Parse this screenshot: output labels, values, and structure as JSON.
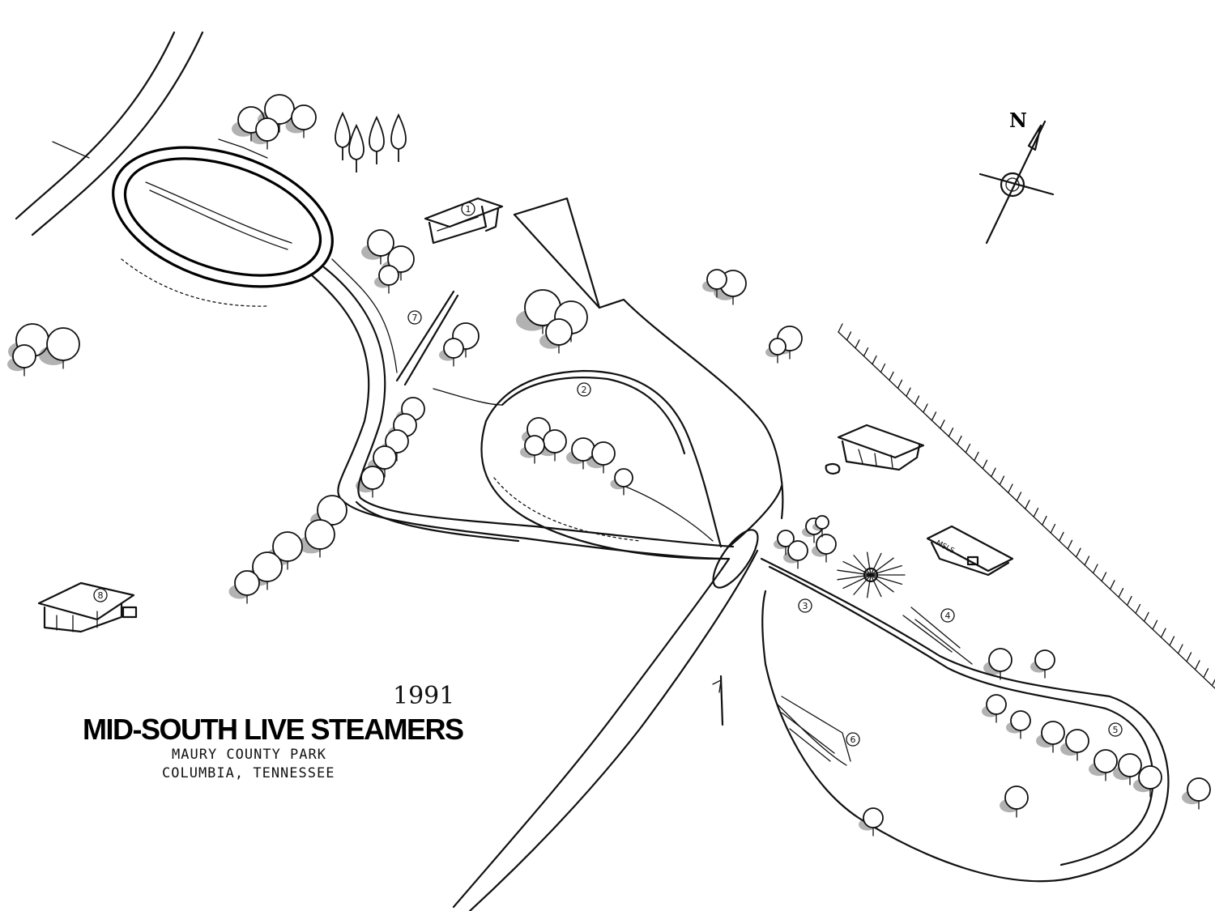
{
  "map": {
    "year": "1991",
    "title": "MID-SOUTH LIVE STEAMERS",
    "location_line1": "MAURY COUNTY PARK",
    "location_line2": "COLUMBIA, TENNESSEE",
    "north_label": "N",
    "building_sign": "MSLS"
  },
  "markers": [
    "1",
    "2",
    "3",
    "4",
    "5",
    "6",
    "7",
    "8"
  ]
}
